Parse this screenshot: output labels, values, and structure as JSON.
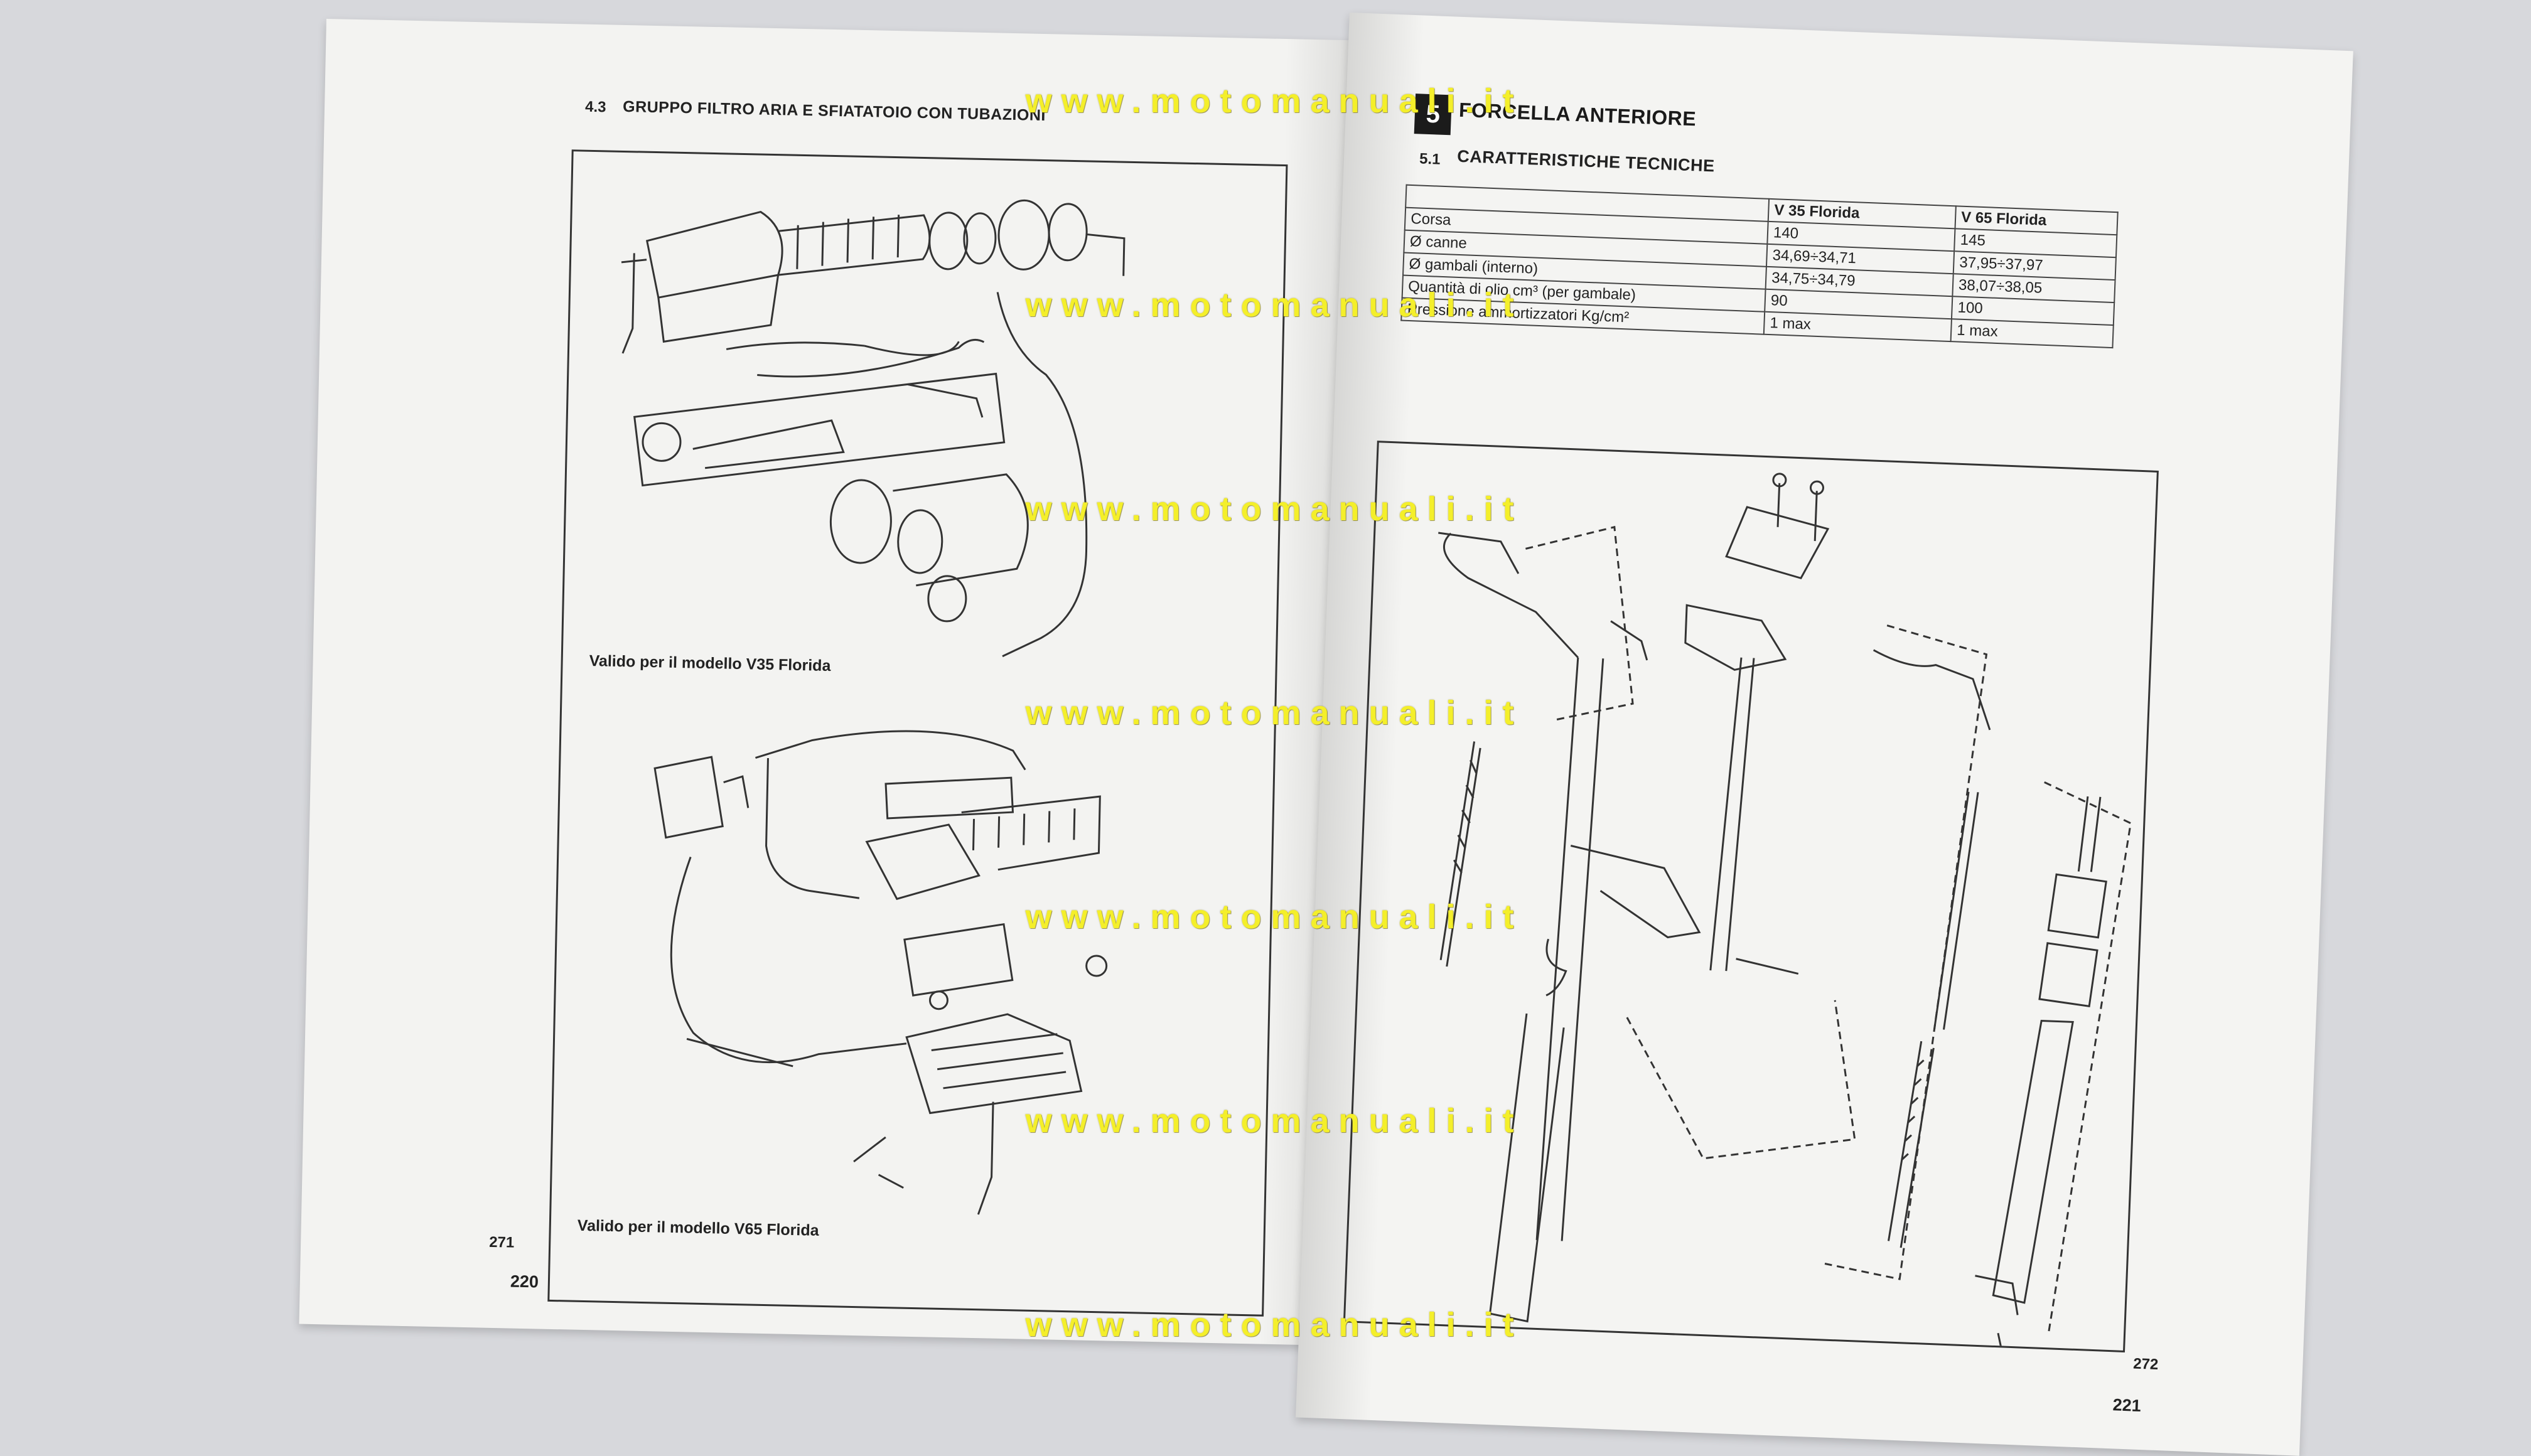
{
  "left_page": {
    "section_number": "4.3",
    "section_title": "GRUPPO FILTRO ARIA E SFIATATOIO CON TUBAZIONI",
    "caption_top": "Valido per il modello V35 Florida",
    "caption_bottom": "Valido per il modello V65 Florida",
    "page_number_inner": "271",
    "page_number_outer": "220"
  },
  "right_page": {
    "chapter_number": "5",
    "chapter_title": "FORCELLA ANTERIORE",
    "section_number": "5.1",
    "section_title": "CARATTERISTICHE TECNICHE",
    "table": {
      "headers": [
        "",
        "V 35 Florida",
        "V 65 Florida"
      ],
      "rows": [
        [
          "Corsa",
          "140",
          "145"
        ],
        [
          "Ø canne",
          "34,69÷34,71",
          "37,95÷37,97"
        ],
        [
          "Ø gambali (interno)",
          "34,75÷34,79",
          "38,07÷38,05"
        ],
        [
          "Quantità di olio cm³ (per gambale)",
          "90",
          "100"
        ],
        [
          "Pressione ammortizzatori Kg/cm²",
          "1 max",
          "1 max"
        ]
      ]
    },
    "page_number_inner": "272",
    "page_number_outer": "221"
  },
  "watermark": {
    "text": "www.motomanuali.it",
    "color": "#f4ef2a"
  }
}
